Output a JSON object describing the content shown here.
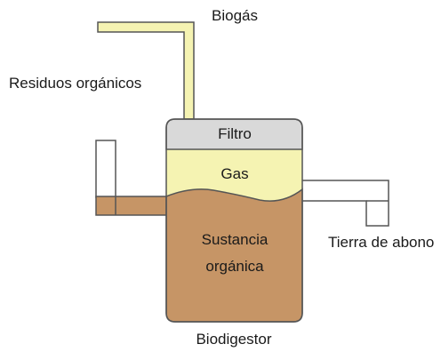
{
  "labels": {
    "biogas": "Biogás",
    "residuos": "Residuos orgánicos",
    "filtro": "Filtro",
    "gas": "Gas",
    "sustancia_line1": "Sustancia",
    "sustancia_line2": "orgánica",
    "tierra": "Tierra de abono",
    "biodigestor": "Biodigestor"
  },
  "colors": {
    "outline": "#555555",
    "filter": "#d9d9d9",
    "gas": "#f5f3b2",
    "organic": "#c69566",
    "pipe": "#f5f3b2",
    "white": "#ffffff"
  }
}
